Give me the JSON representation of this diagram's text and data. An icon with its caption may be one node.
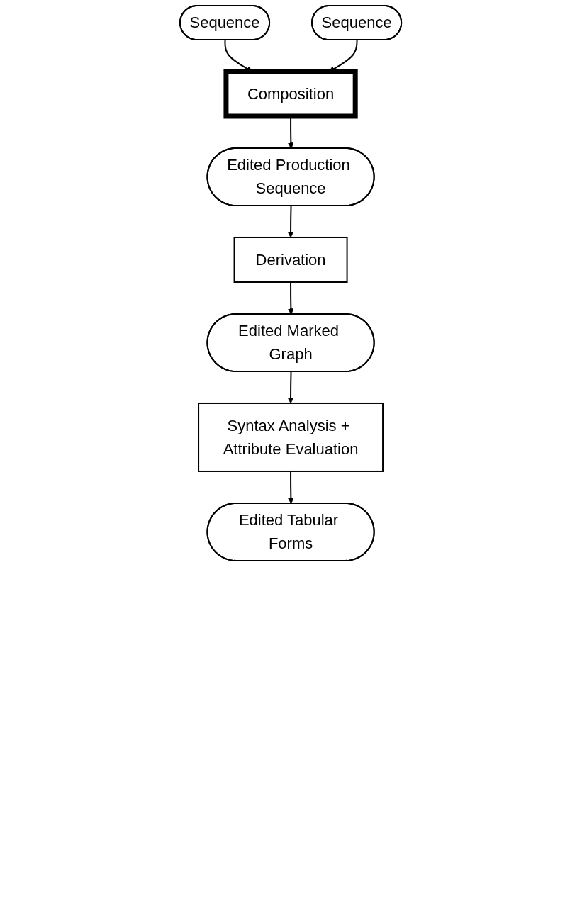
{
  "diagram": {
    "nodes": [
      {
        "text": [
          "Sequence"
        ]
      },
      {
        "text": [
          "Sequence"
        ]
      },
      {
        "text": [
          "Composition"
        ]
      },
      {
        "text": [
          "Edited Production Sequence"
        ]
      },
      {
        "text": [
          "Derivation"
        ]
      },
      {
        "text": [
          "Edited Marked Graph"
        ]
      },
      {
        "text": [
          "Syntax Analysis + Attribute Evaluation"
        ]
      },
      {
        "text": [
          "Edited Tabular Forms"
        ]
      }
    ],
    "edges": [
      {
        "from": 0,
        "to": 2,
        "arrow": "to"
      },
      {
        "from": 1,
        "to": 2,
        "arrow": "to"
      },
      {
        "from": 2,
        "to": 3,
        "arrow": "to"
      },
      {
        "from": 3,
        "to": 4,
        "arrow": "to"
      },
      {
        "from": 4,
        "to": 5,
        "arrow": "to"
      },
      {
        "from": 5,
        "to": 6,
        "arrow": "to"
      },
      {
        "from": 6,
        "to": 7,
        "arrow": "to"
      }
    ]
  }
}
